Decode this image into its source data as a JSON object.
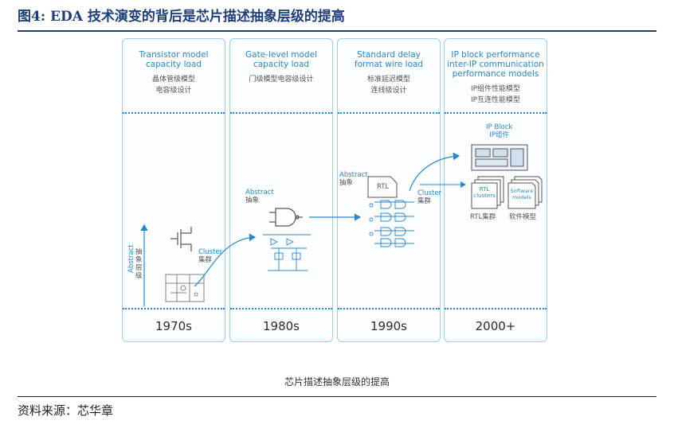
{
  "title": "图4:  EDA 技术演变的背后是芯片描述抽象层级的提高",
  "panels": [
    {
      "en": [
        "Transistor model",
        "capacity load"
      ],
      "zh": [
        "晶体管级模型",
        "电容级设计"
      ],
      "year": "1970s"
    },
    {
      "en": [
        "Gate-level model",
        "capacity load"
      ],
      "zh": [
        "门级模型电容级设计"
      ],
      "year": "1980s"
    },
    {
      "en": [
        "Standard delay",
        "format wire load"
      ],
      "zh": [
        "标准延迟模型",
        "连线级设计"
      ],
      "year": "1990s"
    },
    {
      "en": [
        "IP block performance",
        "inter-IP communication",
        "performance models"
      ],
      "zh": [
        "IP组件性能模型",
        "IP互连性能模型"
      ],
      "year": "2000+"
    }
  ],
  "labels": {
    "axis_zh": "抽象层级",
    "axis_en": "Abstract",
    "cluster1_en": "Cluster",
    "cluster1_zh": "集群",
    "abstract2_en": "Abstract",
    "abstract2_zh": "抽象",
    "abstract3_en": "Abstract",
    "abstract3_zh": "抽象",
    "rtl": "RTL",
    "cluster3_en": "Cluster",
    "cluster3_zh": "集群",
    "ipblock_en": "IP Block",
    "ipblock_zh": "IP组件",
    "rtl_clusters": [
      "RTL",
      "clusters"
    ],
    "software_models": [
      "Software",
      "models"
    ],
    "rtl_cluster_zh": "RTL集群",
    "software_zh": "软件模型"
  },
  "caption": "芯片描述抽象层级的提高",
  "source": "资料来源：芯华章",
  "colors": {
    "accent": "#2d86c8",
    "title": "#1f3f7a",
    "panel_border": "#9ccdea"
  }
}
